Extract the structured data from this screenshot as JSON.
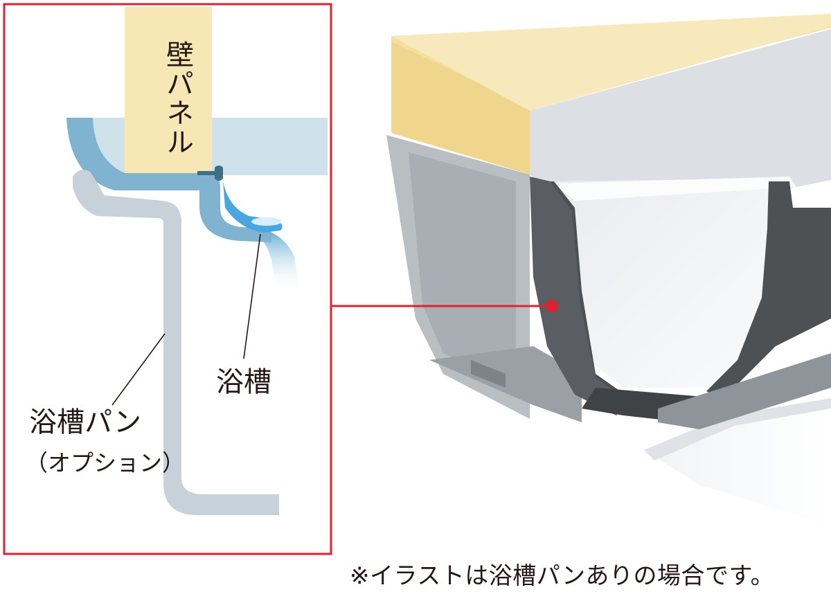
{
  "labels": {
    "wall_panel": "壁パネル",
    "bathtub": "浴槽",
    "bathtub_pan": "浴槽パン",
    "option": "（オプション）"
  },
  "note": "※イラストは浴槽パンありの場合です。",
  "colors": {
    "frame_red": "#e0212f",
    "wall_panel": "#f7e7b4",
    "bathtub_blue": "#7fb3cf",
    "water_blue": "#49a6e0",
    "pan_gray": "#c7d1da",
    "background_blue": "#cfe2ec"
  }
}
